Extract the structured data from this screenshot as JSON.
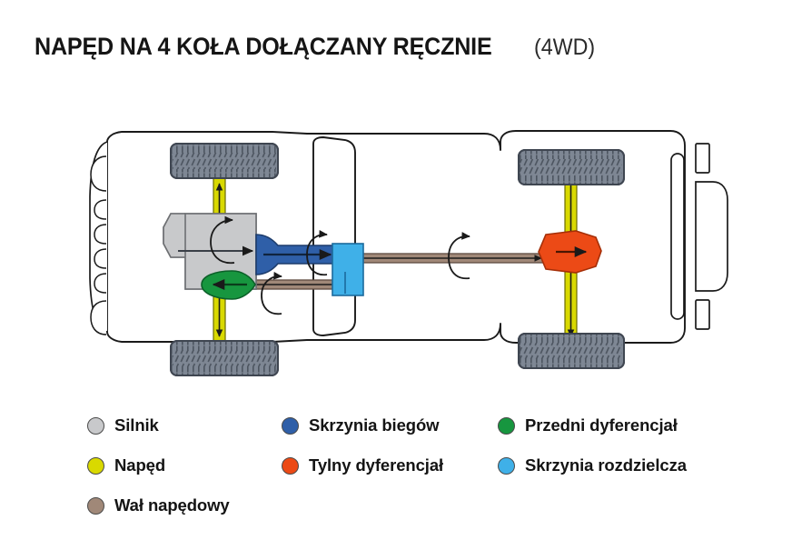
{
  "title": {
    "main": "NAPĘD NA 4 KOŁA DOŁĄCZANY RĘCZNIE",
    "sub": "(4WD)"
  },
  "colors": {
    "engine": "#c8c9cb",
    "drive": "#d9d900",
    "driveshaft": "#a08878",
    "gearbox": "#2f5fa8",
    "rear_differential": "#ec4a16",
    "front_differential": "#17963f",
    "transfer_case": "#3fb0e8",
    "tire": "#7e8794",
    "body_outline": "#1a1a1a",
    "background": "#ffffff"
  },
  "diagram": {
    "name": "manual-4wd-drivetrain-top-view",
    "parts": [
      {
        "id": "engine",
        "label": "Silnik",
        "color": "#c8c9cb"
      },
      {
        "id": "gearbox",
        "label": "Skrzynia biegów",
        "color": "#2f5fa8"
      },
      {
        "id": "transfer-case",
        "label": "Skrzynia rozdzielcza",
        "color": "#3fb0e8"
      },
      {
        "id": "front-differential",
        "label": "Przedni dyferencjał",
        "color": "#17963f"
      },
      {
        "id": "rear-differential",
        "label": "Tylny dyferencjał",
        "color": "#ec4a16"
      },
      {
        "id": "drive-axles",
        "label": "Napęd",
        "color": "#d9d900"
      },
      {
        "id": "driveshaft",
        "label": "Wał napędowy",
        "color": "#a08878"
      }
    ],
    "wheels": [
      "front-left",
      "front-right",
      "rear-left",
      "rear-right"
    ]
  },
  "legend": {
    "items": [
      {
        "label": "Silnik",
        "color": "#c8c9cb",
        "col": 1,
        "row": 1,
        "name": "legend-item-silnik"
      },
      {
        "label": "Napęd",
        "color": "#d9d900",
        "col": 1,
        "row": 2,
        "name": "legend-item-naped"
      },
      {
        "label": "Wał napędowy",
        "color": "#a08878",
        "col": 1,
        "row": 3,
        "name": "legend-item-wal-napedowy"
      },
      {
        "label": "Skrzynia biegów",
        "color": "#2f5fa8",
        "col": 2,
        "row": 1,
        "name": "legend-item-skrzynia-biegow"
      },
      {
        "label": "Tylny dyferencjał",
        "color": "#ec4a16",
        "col": 2,
        "row": 2,
        "name": "legend-item-tylny-dyferencjal"
      },
      {
        "label": "Przedni dyferencjał",
        "color": "#17963f",
        "col": 3,
        "row": 1,
        "name": "legend-item-przedni-dyferencjal"
      },
      {
        "label": "Skrzynia rozdzielcza",
        "color": "#3fb0e8",
        "col": 3,
        "row": 2,
        "name": "legend-item-skrzynia-rozdzielcza"
      }
    ]
  }
}
